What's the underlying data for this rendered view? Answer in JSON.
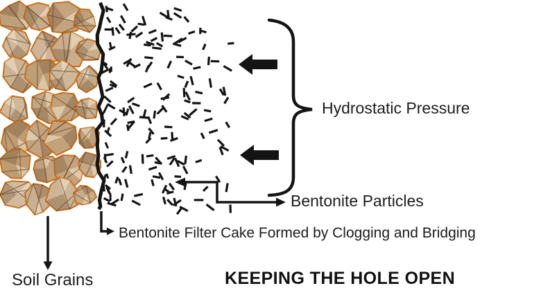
{
  "title": "KEEPING THE HOLE OPEN",
  "labels": {
    "hydrostatic_pressure": "Hydrostatic Pressure",
    "bentonite_particles": "Bentonite Particles",
    "filter_cake": "Bentonite Filter Cake Formed by Clogging and Bridging",
    "soil_grains": "Soil Grains"
  },
  "colors": {
    "background": "#ffffff",
    "ink": "#141414",
    "grain_outline": "#c96f1b",
    "grain_fill_light": "#dcc7a5",
    "grain_fill_dark": "#c2a377"
  },
  "figure": {
    "soil_grain_rows": 7,
    "soil_grain_cols": 4,
    "particle_count": 160
  }
}
